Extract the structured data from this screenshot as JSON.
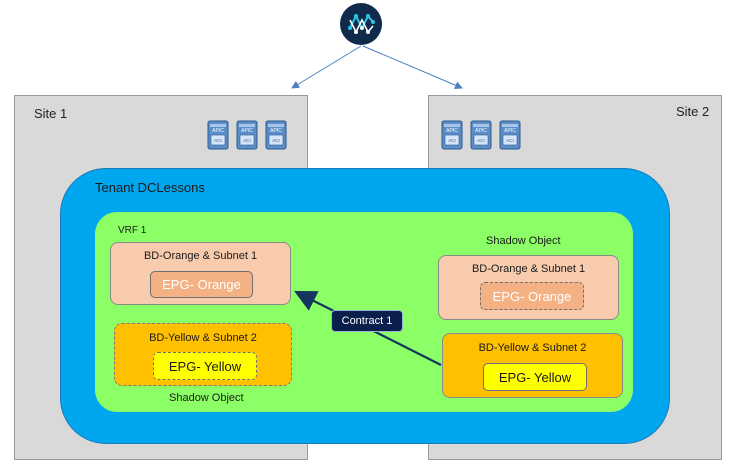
{
  "site1": {
    "label": "Site 1"
  },
  "site2": {
    "label": "Site 2"
  },
  "apic_label": "APIC",
  "tenant": {
    "label": "Tenant DCLessons"
  },
  "vrf": {
    "label": "VRF 1"
  },
  "shadow_label_right": "Shadow Object",
  "shadow_label_left": "Shadow Object",
  "left": {
    "bd_orange": {
      "title": "BD-Orange & Subnet 1",
      "epg": "EPG- Orange"
    },
    "bd_yellow": {
      "title": "BD-Yellow & Subnet 2",
      "epg": "EPG- Yellow"
    }
  },
  "right": {
    "bd_orange": {
      "title": "BD-Orange & Subnet 1",
      "epg": "EPG- Orange"
    },
    "bd_yellow": {
      "title": "BD-Yellow & Subnet 2",
      "epg": "EPG- Yellow"
    }
  },
  "contract": {
    "label": "Contract 1"
  },
  "colors": {
    "site_bg": "#d9d9d9",
    "tenant_bg": "#00a6ee",
    "vrf_bg": "#8cff66",
    "bd_orange": "#f8cbad",
    "epg_orange": "#f4b183",
    "bd_yellow": "#ffc000",
    "epg_yellow": "#ffff00",
    "contract_bg": "#0b1f4d",
    "logo_bg": "#102a4c"
  },
  "icons": [
    "orchestrator-logo-icon",
    "apic-server-icon",
    "arrow-icon"
  ]
}
